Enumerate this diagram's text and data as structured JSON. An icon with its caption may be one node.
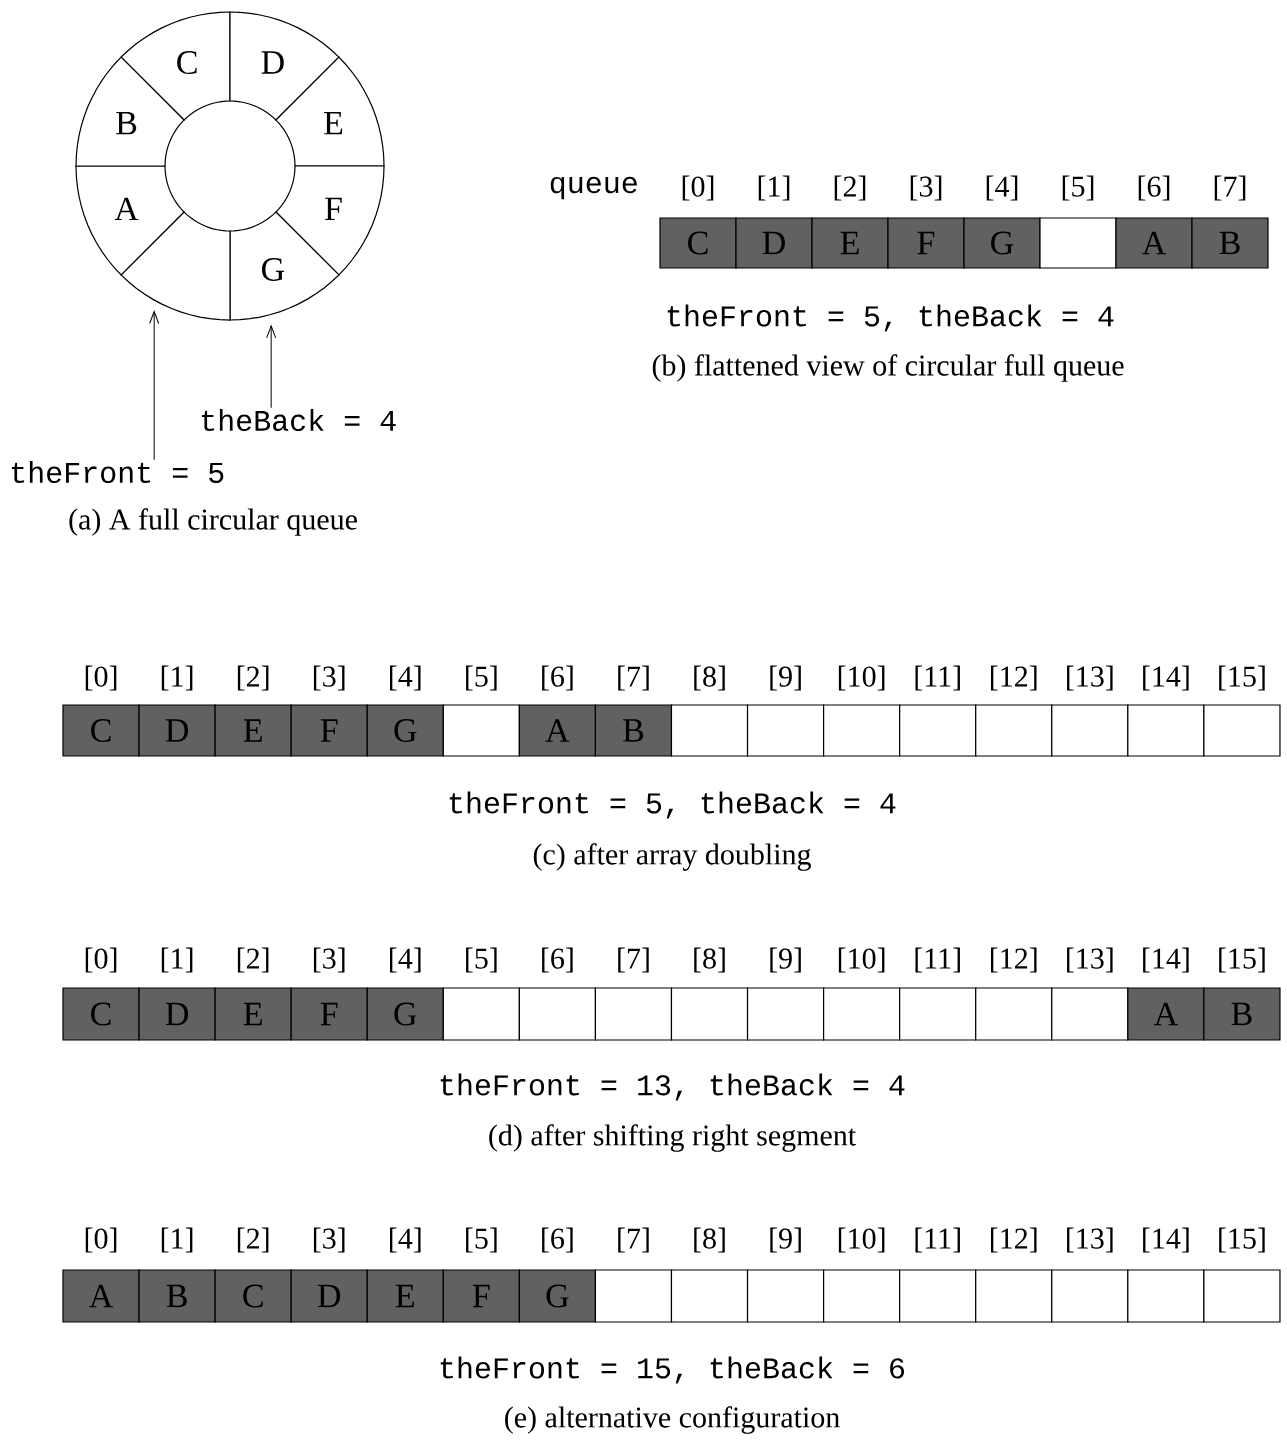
{
  "diagram": {
    "nodes": [
      {
        "text": [
          "C"
        ]
      },
      {
        "text": [
          "D"
        ]
      },
      {
        "text": [
          "E"
        ]
      },
      {
        "text": [
          "F"
        ]
      },
      {
        "text": [
          "G"
        ]
      },
      {
        "text": [],
        "shape": "box"
      },
      {
        "text": [
          "A"
        ]
      },
      {
        "text": [
          "B"
        ]
      },
      {
        "text": [
          "theBack = 4"
        ]
      },
      {
        "text": [
          "theFront = 5"
        ]
      },
      {
        "text": [
          "C"
        ]
      },
      {
        "text": [
          "D"
        ]
      },
      {
        "text": [
          "E"
        ]
      },
      {
        "text": [
          "F"
        ]
      },
      {
        "text": [
          "G"
        ]
      },
      {
        "text": [],
        "shape": "box"
      },
      {
        "text": [
          "A"
        ]
      },
      {
        "text": [
          "B"
        ]
      },
      {
        "text": [
          "C"
        ]
      },
      {
        "text": [
          "D"
        ]
      },
      {
        "text": [
          "E"
        ]
      },
      {
        "text": [
          "F"
        ]
      },
      {
        "text": [
          "G"
        ]
      },
      {
        "text": [],
        "shape": "box"
      },
      {
        "text": [
          "A"
        ]
      },
      {
        "text": [
          "B"
        ]
      },
      {
        "text": [],
        "shape": "box"
      },
      {
        "text": [],
        "shape": "box"
      },
      {
        "text": [],
        "shape": "box"
      },
      {
        "text": [],
        "shape": "box"
      },
      {
        "text": [],
        "shape": "box"
      },
      {
        "text": [],
        "shape": "box"
      },
      {
        "text": [],
        "shape": "box"
      },
      {
        "text": [],
        "shape": "box"
      },
      {
        "text": [
          "C"
        ]
      },
      {
        "text": [
          "D"
        ]
      },
      {
        "text": [
          "E"
        ]
      },
      {
        "text": [
          "F"
        ]
      },
      {
        "text": [
          "G"
        ]
      },
      {
        "text": [],
        "shape": "box"
      },
      {
        "text": [],
        "shape": "box"
      },
      {
        "text": [],
        "shape": "box"
      },
      {
        "text": [],
        "shape": "box"
      },
      {
        "text": [],
        "shape": "box"
      },
      {
        "text": [],
        "shape": "box"
      },
      {
        "text": [],
        "shape": "box"
      },
      {
        "text": [],
        "shape": "box"
      },
      {
        "text": [],
        "shape": "box"
      },
      {
        "text": [
          "A"
        ]
      },
      {
        "text": [
          "B"
        ]
      },
      {
        "text": [
          "A"
        ]
      },
      {
        "text": [
          "B"
        ]
      },
      {
        "text": [
          "C"
        ]
      },
      {
        "text": [
          "D"
        ]
      },
      {
        "text": [
          "E"
        ]
      },
      {
        "text": [
          "F"
        ]
      },
      {
        "text": [
          "G"
        ]
      },
      {
        "text": [],
        "shape": "box"
      },
      {
        "text": [],
        "shape": "box"
      },
      {
        "text": [],
        "shape": "box"
      },
      {
        "text": [],
        "shape": "box"
      },
      {
        "text": [],
        "shape": "box"
      },
      {
        "text": [],
        "shape": "box"
      },
      {
        "text": [],
        "shape": "box"
      },
      {
        "text": [],
        "shape": "box"
      },
      {
        "text": [],
        "shape": "box"
      }
    ],
    "edges": [
      {
        "from": 9,
        "to": 5,
        "arrow": "to"
      },
      {
        "from": 8,
        "to": 4,
        "arrow": "to"
      }
    ],
    "labels": [
      "queue",
      "[0]",
      "[1]",
      "[2]",
      "[3]",
      "[4]",
      "[5]",
      "[6]",
      "[7]",
      "theFront = 5, theBack = 4",
      "(b) flattened view of circular full queue",
      "(a) A full circular queue",
      "[0]",
      "[1]",
      "[2]",
      "[3]",
      "[4]",
      "[5]",
      "[6]",
      "[7]",
      "[8]",
      "[9]",
      "[10]",
      "[11]",
      "[12]",
      "[13]",
      "[14]",
      "[15]",
      "theFront = 5, theBack = 4",
      "(c) after array doubling",
      "[0]",
      "[1]",
      "[2]",
      "[3]",
      "[4]",
      "[5]",
      "[6]",
      "[7]",
      "[8]",
      "[9]",
      "[10]",
      "[11]",
      "[12]",
      "[13]",
      "[14]",
      "[15]",
      "theFront = 13, theBack = 4",
      "(d) after shifting right segment",
      "[0]",
      "[1]",
      "[2]",
      "[3]",
      "[4]",
      "[5]",
      "[6]",
      "[7]",
      "[8]",
      "[9]",
      "[10]",
      "[11]",
      "[12]",
      "[13]",
      "[14]",
      "[15]",
      "theFront = 15, theBack = 6",
      "(e) alternative configuration"
    ]
  }
}
